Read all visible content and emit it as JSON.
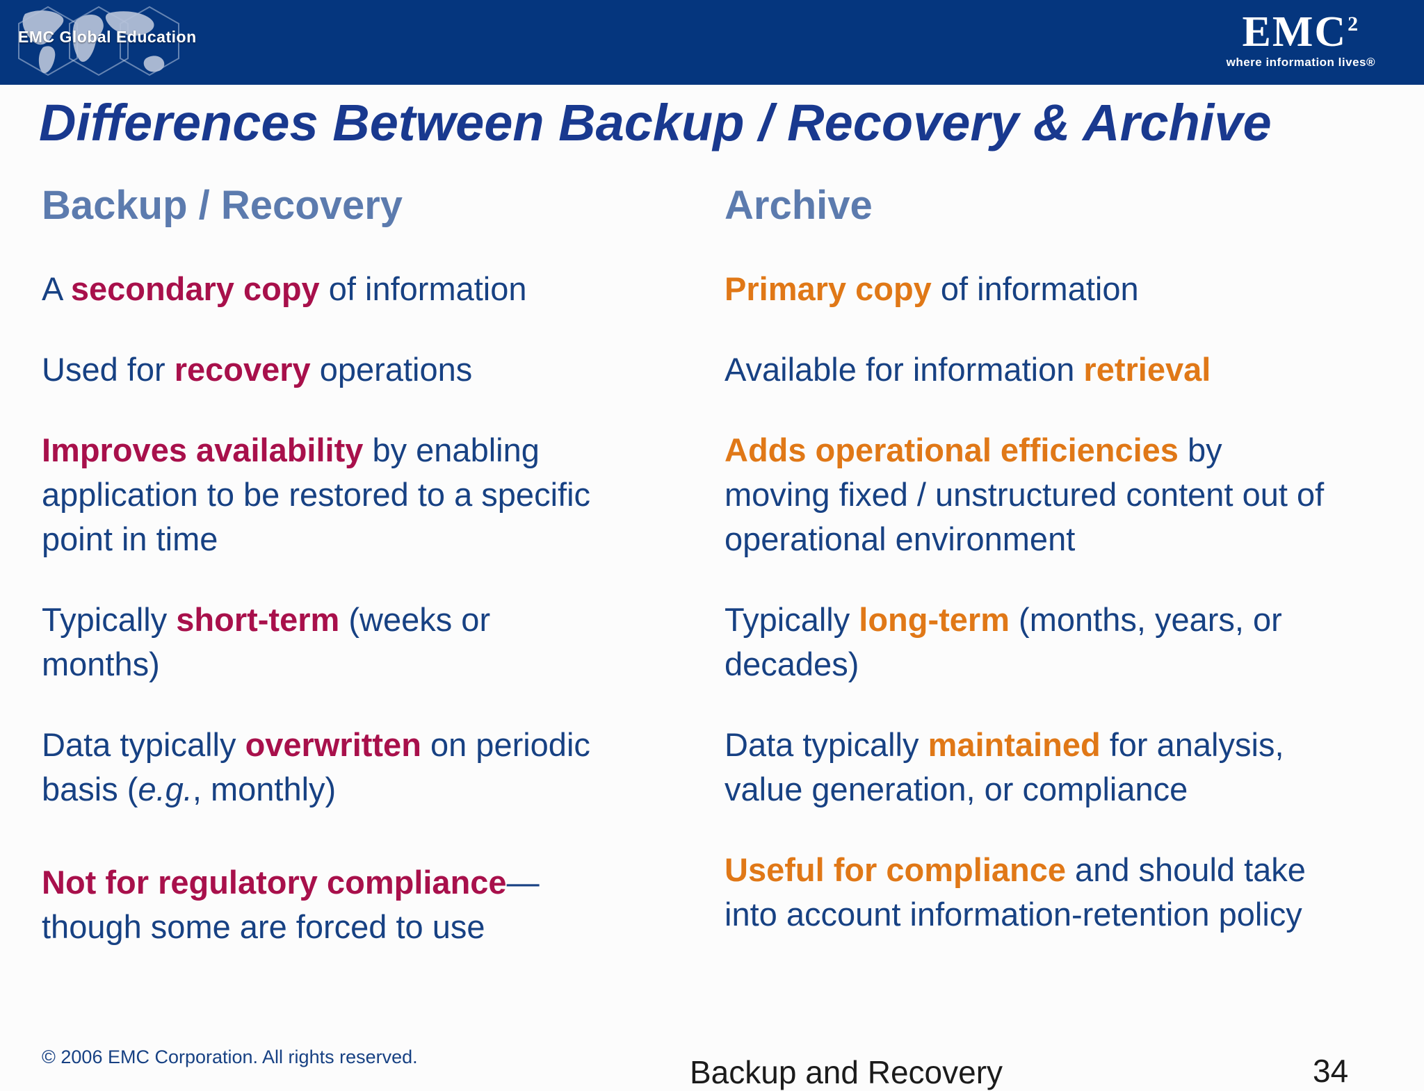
{
  "header": {
    "left_logo_text": "EMC Global Education",
    "right_logo_text": "EMC",
    "right_logo_sup": "2",
    "right_logo_tagline": "where information lives®"
  },
  "title": "Differences Between Backup / Recovery & Archive",
  "colors": {
    "header_background": "#05367e",
    "title_navy": "#19398f",
    "column_heading_blue": "#5c7bae",
    "body_navy": "#174183",
    "backup_accent_crimson": "#a8104b",
    "archive_accent_orange": "#e07817",
    "footer_dark": "#1b1b1b"
  },
  "columns": [
    {
      "heading": "Backup / Recovery",
      "accent_color": "#a8104b",
      "items": [
        {
          "segments": [
            {
              "t": "A "
            },
            {
              "t": "secondary copy",
              "s": "accent"
            },
            {
              "t": " of information"
            }
          ]
        },
        {
          "segments": [
            {
              "t": "Used for "
            },
            {
              "t": "recovery",
              "s": "accent"
            },
            {
              "t": " operations"
            }
          ]
        },
        {
          "segments": [
            {
              "t": "Improves availability",
              "s": "accent"
            },
            {
              "t": " by enabling application to be restored to a specific point in time"
            }
          ]
        },
        {
          "segments": [
            {
              "t": "Typically "
            },
            {
              "t": "short-term",
              "s": "accent"
            },
            {
              "t": " (weeks or months)"
            }
          ]
        },
        {
          "segments": [
            {
              "t": "Data typically "
            },
            {
              "t": "overwritten",
              "s": "accent"
            },
            {
              "t": " on periodic basis ("
            },
            {
              "t": "e.g.",
              "s": "italic"
            },
            {
              "t": ", monthly)"
            }
          ]
        },
        {
          "segments": [
            {
              "t": "Not for regulatory compliance",
              "s": "accent"
            },
            {
              "t": "—though some are forced to use"
            }
          ]
        }
      ]
    },
    {
      "heading": "Archive",
      "accent_color": "#e07817",
      "items": [
        {
          "segments": [
            {
              "t": "Primary copy",
              "s": "accent"
            },
            {
              "t": " of information"
            }
          ]
        },
        {
          "segments": [
            {
              "t": "Available for information "
            },
            {
              "t": "retrieval",
              "s": "accent"
            }
          ]
        },
        {
          "segments": [
            {
              "t": "Adds operational efficiencies",
              "s": "accent"
            },
            {
              "t": " by moving fixed / unstructured content out of operational environment"
            }
          ]
        },
        {
          "segments": [
            {
              "t": "Typically "
            },
            {
              "t": "long-term",
              "s": "accent"
            },
            {
              "t": " (months, years, or decades)"
            }
          ]
        },
        {
          "segments": [
            {
              "t": "Data typically "
            },
            {
              "t": "maintained",
              "s": "accent"
            },
            {
              "t": " for analysis, value generation, or compliance"
            }
          ]
        },
        {
          "segments": [
            {
              "t": "Useful for compliance",
              "s": "accent"
            },
            {
              "t": " and should take into account information-retention policy"
            }
          ]
        }
      ]
    }
  ],
  "footer": {
    "copyright": "© 2006 EMC Corporation. All rights reserved.",
    "course_title": "Backup and Recovery",
    "page_number": "34"
  }
}
